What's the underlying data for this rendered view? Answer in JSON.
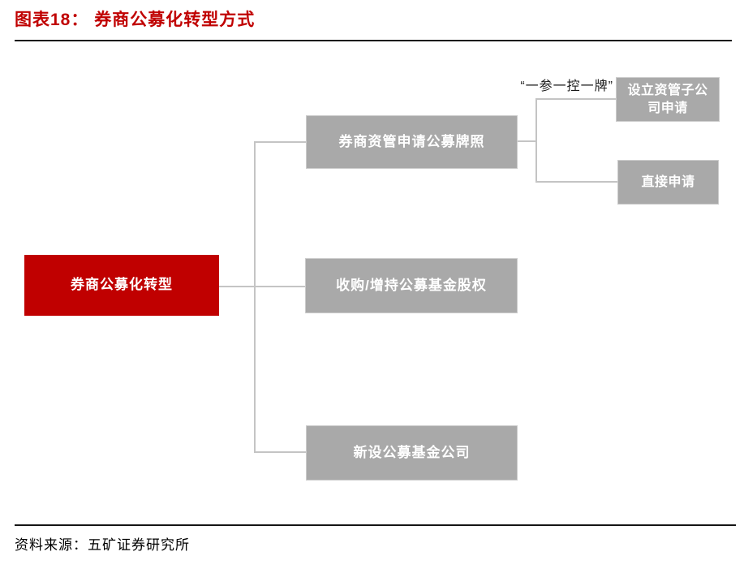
{
  "figure": {
    "title": "图表18： 券商公募化转型方式",
    "source": "资料来源：五矿证券研究所"
  },
  "colors": {
    "accent_red": "#C00000",
    "node_gray": "#A9A9A9",
    "connector_gray": "#C4C4C4",
    "rule_black": "#151515",
    "node_text": "#FFFFFF"
  },
  "diagram": {
    "annotation": "“一参一控一牌”",
    "root": {
      "label": "券商公募化转型"
    },
    "branches": [
      {
        "label": "券商资管申请公募牌照",
        "children": [
          {
            "label": "设立资管子公司申请"
          },
          {
            "label": "直接申请"
          }
        ]
      },
      {
        "label": "收购/增持公募基金股权",
        "children": []
      },
      {
        "label": "新设公募基金公司",
        "children": []
      }
    ]
  }
}
